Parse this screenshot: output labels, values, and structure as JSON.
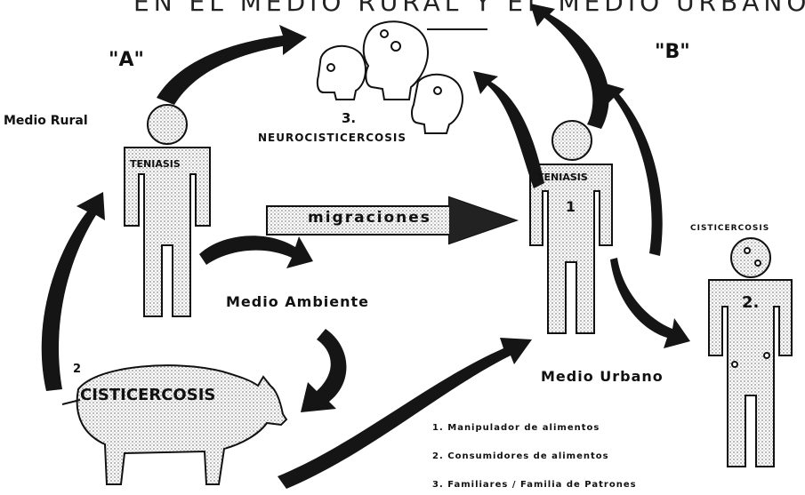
{
  "title": "EN EL MEDIO RURAL Y EL MEDIO URBANO",
  "panels": {
    "a": "\"A\"",
    "b": "\"B\""
  },
  "labels": {
    "medio_rural": "Medio Rural",
    "teniasis_rural": "TENIASIS",
    "teniasis_urban": "TENIASIS",
    "urban_number": "1",
    "neuro_number": "3.",
    "neuro_label": "NEUROCISTICERCOSIS",
    "migraciones": "migraciones",
    "medio_ambiente": "Medio Ambiente",
    "medio_urbano": "Medio Urbano",
    "cisticercosis_pig": "CISTICERCOSIS",
    "pig_number": "2",
    "cisticercosis_right": "CISTICERCOSIS",
    "right_number": "2."
  },
  "legend": [
    "1. Manipulador de alimentos",
    "2. Consumidores de alimentos",
    "3.  Familiares / Familia de Patrones"
  ],
  "colors": {
    "ink": "#111111",
    "stipple": "#bdbdbd",
    "paper": "#ffffff"
  }
}
